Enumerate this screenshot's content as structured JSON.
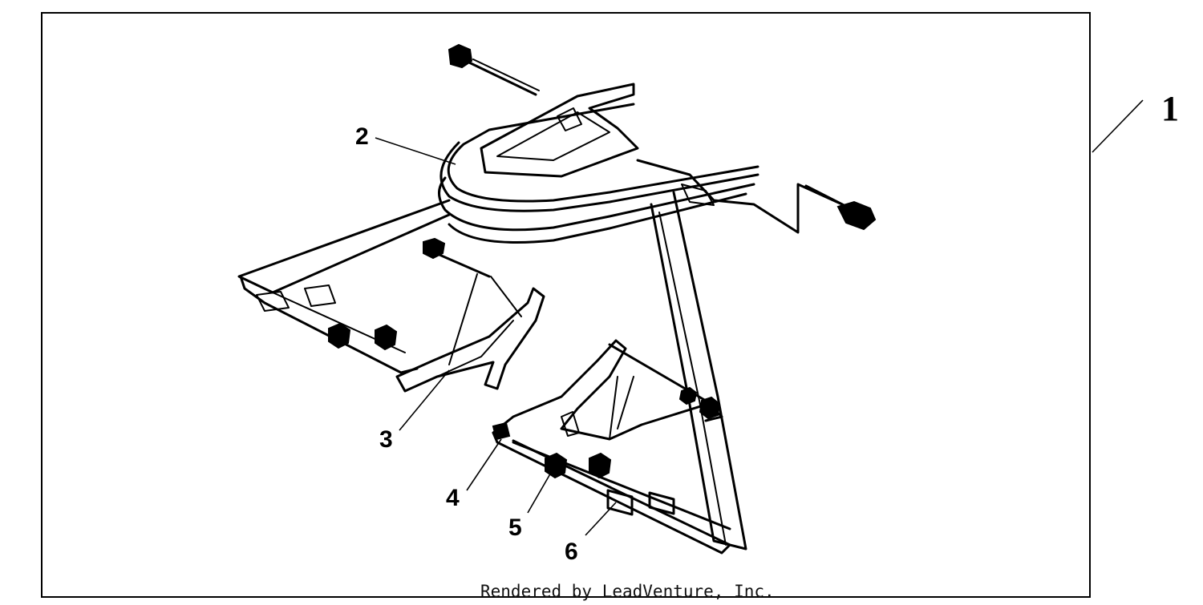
{
  "callouts": {
    "c1": "1",
    "c2": "2",
    "c3": "3",
    "c4": "4",
    "c5": "5",
    "c6": "6"
  },
  "footer": {
    "credit": "Rendered by LeadVenture, Inc."
  },
  "colors": {
    "line": "#000000",
    "background": "#ffffff"
  }
}
